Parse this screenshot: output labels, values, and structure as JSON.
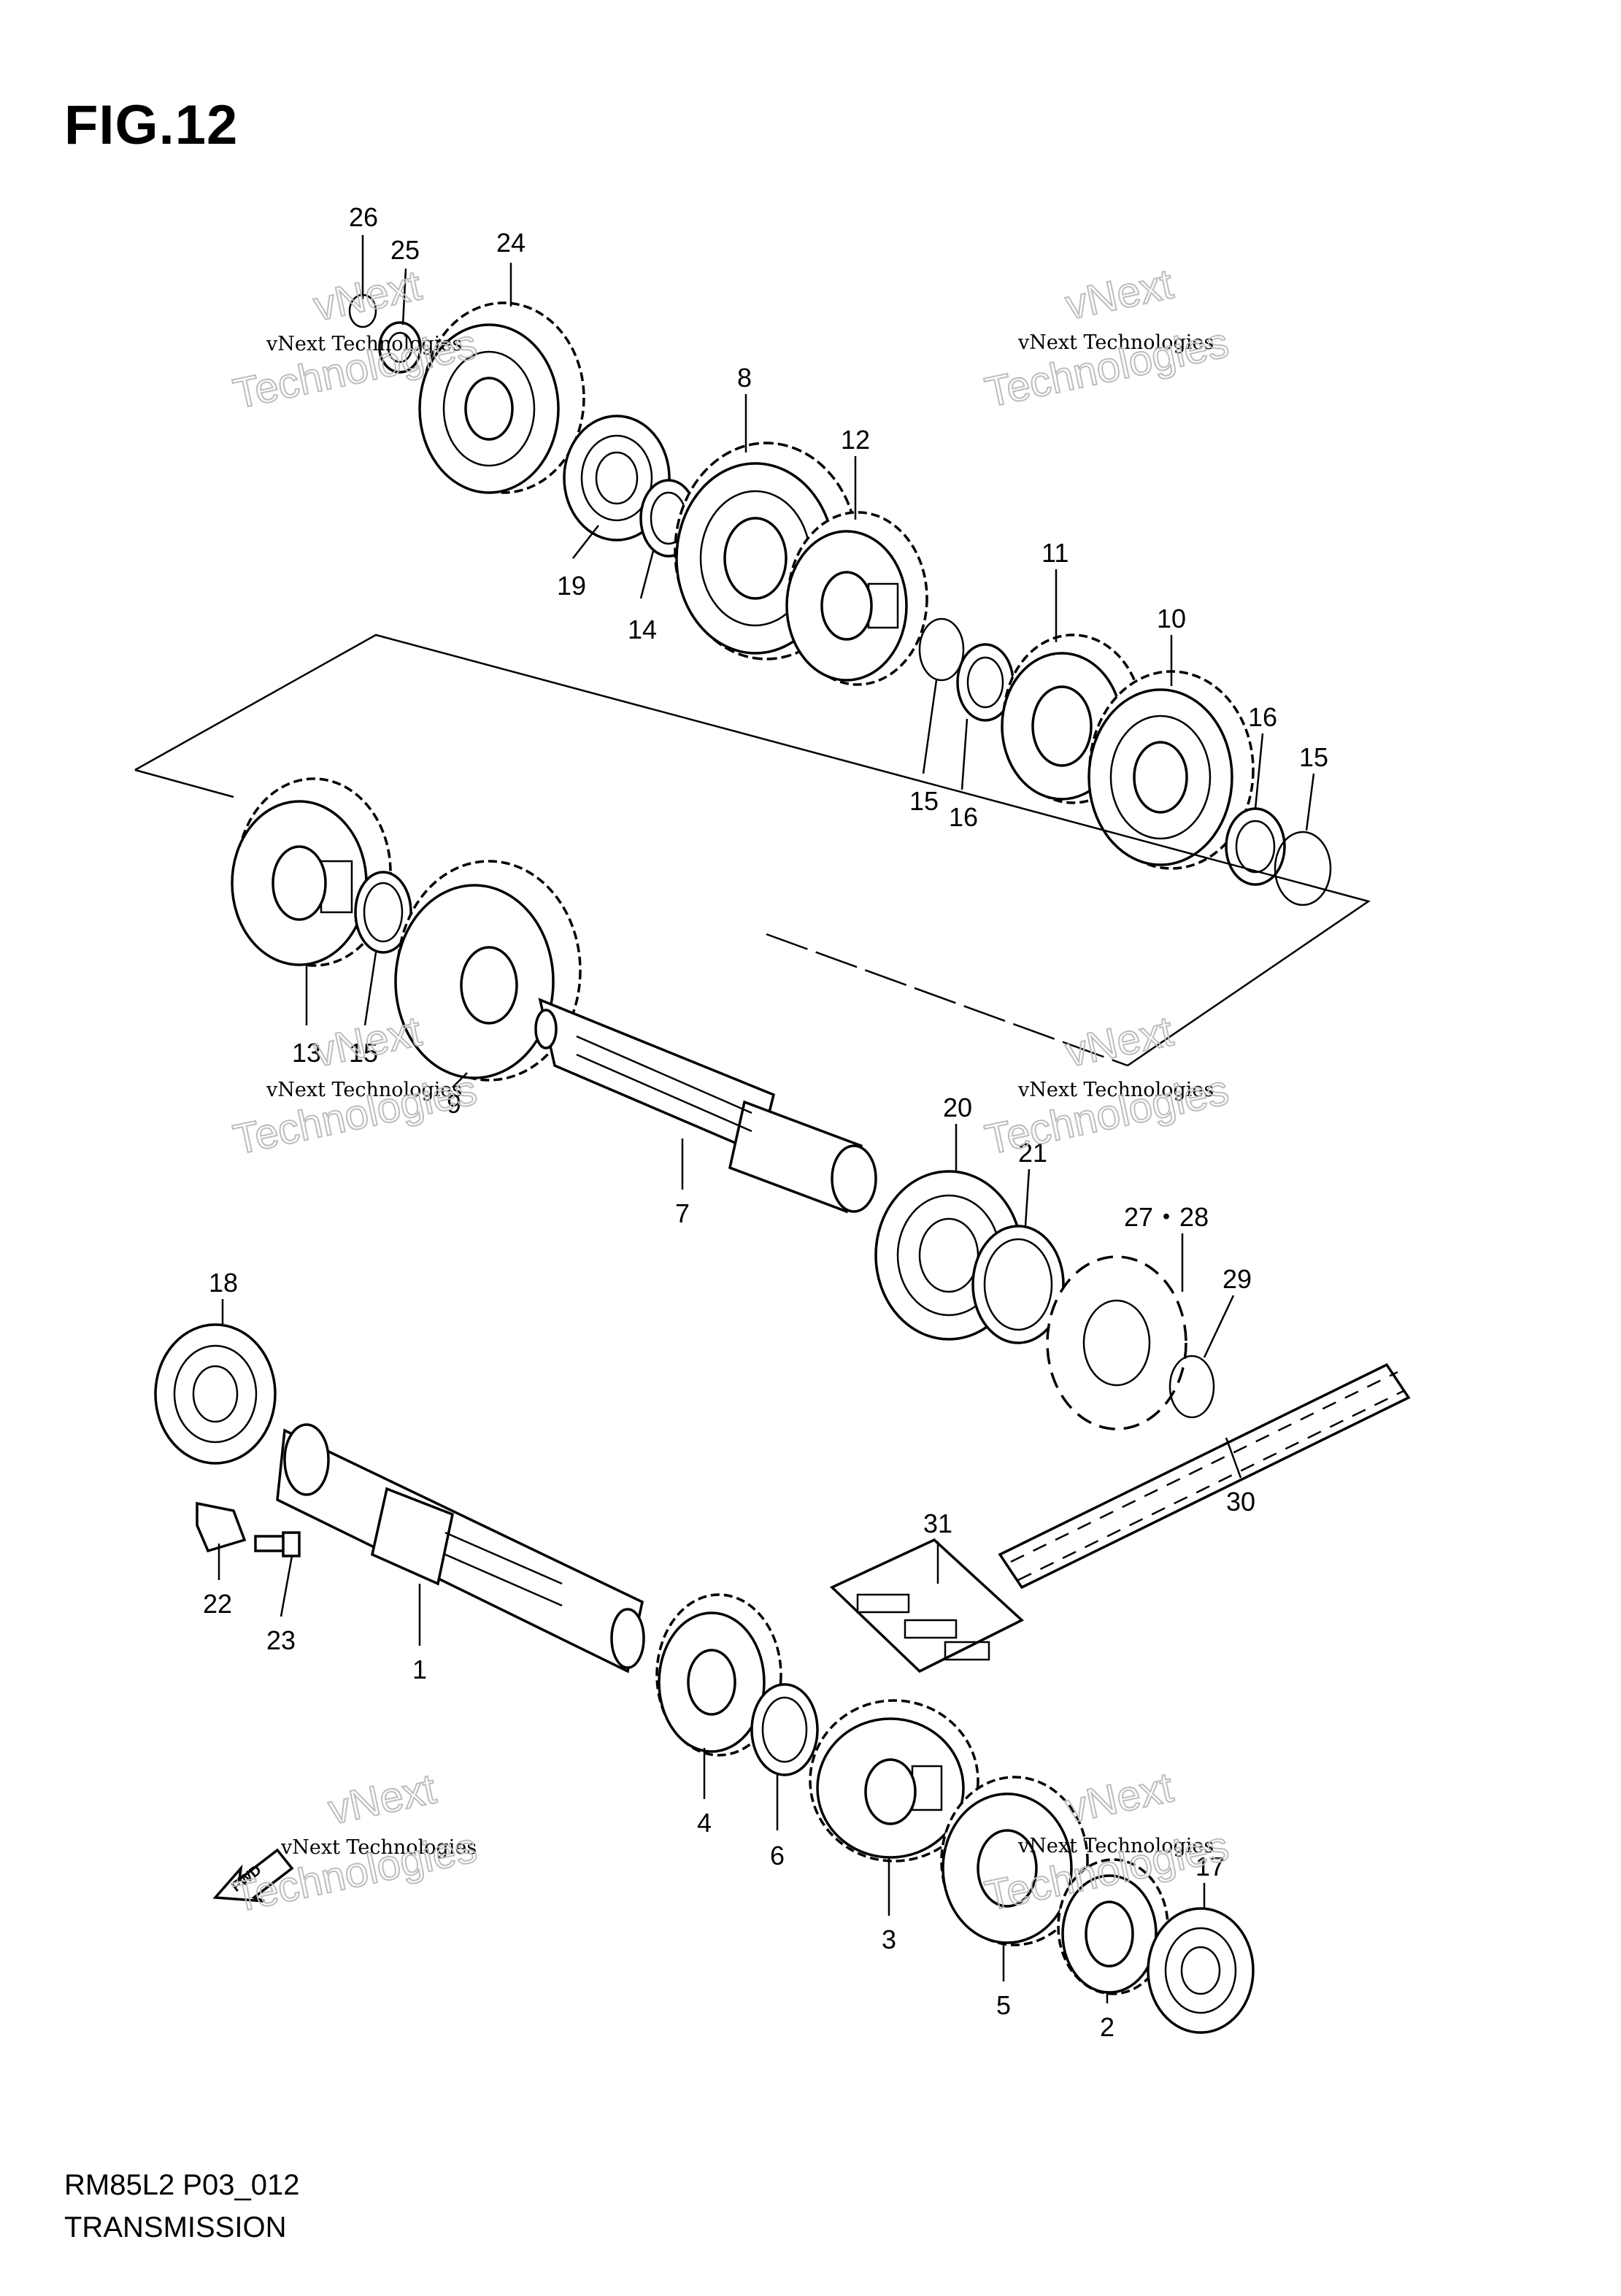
{
  "figure": {
    "title": "FIG.12",
    "model_code": "RM85L2 P03_012",
    "section_name": "TRANSMISSION"
  },
  "watermark": {
    "line_small": "vNext Technologies",
    "line_big_1": "vNext",
    "line_big_2": "Technologies"
  },
  "fwd_label": "FWD",
  "callouts": [
    "26",
    "25",
    "24",
    "8",
    "12",
    "19",
    "14",
    "11",
    "10",
    "15",
    "16",
    "16",
    "15",
    "13",
    "15",
    "9",
    "7",
    "20",
    "21",
    "27・28",
    "29",
    "18",
    "22",
    "23",
    "1",
    "30",
    "31",
    "4",
    "6",
    "3",
    "5",
    "2",
    "17"
  ],
  "icons": [
    "fwd-arrow-icon"
  ]
}
